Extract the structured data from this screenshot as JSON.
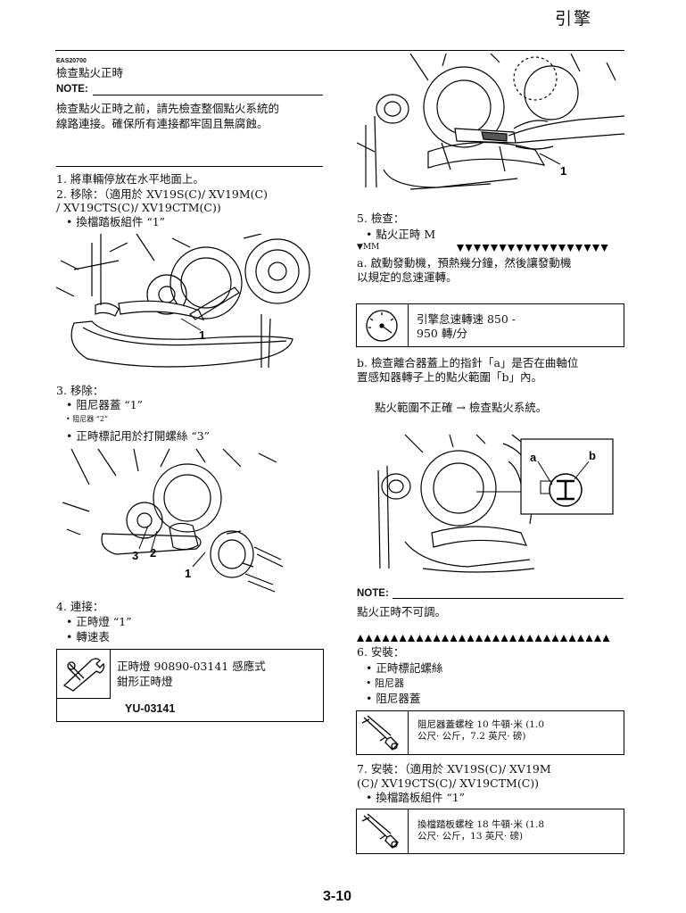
{
  "header": {
    "section_title": "引擎"
  },
  "left": {
    "code": "EAS20700",
    "heading": "檢查點火正時",
    "note_label": "NOTE:",
    "note_lines": [
      "檢查點火正時之前，請先檢查整個點火系統的",
      "線路連接。確保所有連接都牢固且無腐蝕。"
    ],
    "step1": "1.  將車輛停放在水平地面上。",
    "step2_l1": "2.  移除：（適用於 XV19S(C)/ XV19M(C)",
    "step2_l2": "/ XV19CTS(C)/ XV19CTM(C))",
    "step2_b1": "•  換檔踏板組件 “1”",
    "fig1_label": "1",
    "step3": "3.  移除：",
    "step3_b1": "•  阻尼器蓋 “1”",
    "step3_b2": "•  阻尼器 “2”",
    "step3_b3": "•  正時標記用於打開螺絲 “3”",
    "fig2_labels": [
      "3",
      "2",
      "1"
    ],
    "step4": "4.  連接：",
    "step4_b1": "•  正時燈 “1”",
    "step4_b2": "•  轉速表",
    "tool_lines": [
      "正時燈 90890-03141 感應式",
      "鉗形正時燈"
    ],
    "tool_code": "YU-03141",
    "wrench_icon": "wrench-icon"
  },
  "right": {
    "fig3_label": "1",
    "step5": "5.  檢查：",
    "step5_b1": "•  點火正時 M",
    "mm_marker": "▼MM",
    "step5a_l1": "a.  啟動發動機，預熱幾分鐘，然後讓發動機",
    "step5a_l2": "以規定的怠速運轉。",
    "spec_lines": [
      "引擎怠速轉速 850 -",
      "950 轉/分"
    ],
    "step5b_l1": "b.  檢查離合器蓋上的指針「a」是否在曲軸位",
    "step5b_l2": "置感知器轉子上的點火範圍「b」內。",
    "range_line": "點火範圍不正確  →  檢查點火系統。",
    "fig4_labels": [
      "a",
      "b"
    ],
    "note_label": "NOTE:",
    "note_text": "點火正時不可調。",
    "step6": "6.  安裝：",
    "step6_b1": "•  正時標記螺絲",
    "step6_b2": "•  阻尼器",
    "step6_b3": "•  阻尼器蓋",
    "torque1_lines": [
      "阻尼器蓋螺栓 10 牛頓·米 (1.0",
      "公尺· 公斤，7.2 英尺· 磅)"
    ],
    "step7_l1": "7.  安裝：（適用於 XV19S(C)/ XV19M",
    "step7_l2": "(C)/ XV19CTS(C)/ XV19CTM(C))",
    "step7_b1": "•  換檔踏板組件 “1”",
    "torque2_lines": [
      "換檔踏板螺栓 18 牛頓·米 (1.8",
      "公尺· 公斤，13 英尺· 磅)"
    ],
    "torque_icon": "torque-wrench-icon",
    "gauge_icon": "tachometer-icon"
  },
  "footer": {
    "page_number": "3-10"
  }
}
